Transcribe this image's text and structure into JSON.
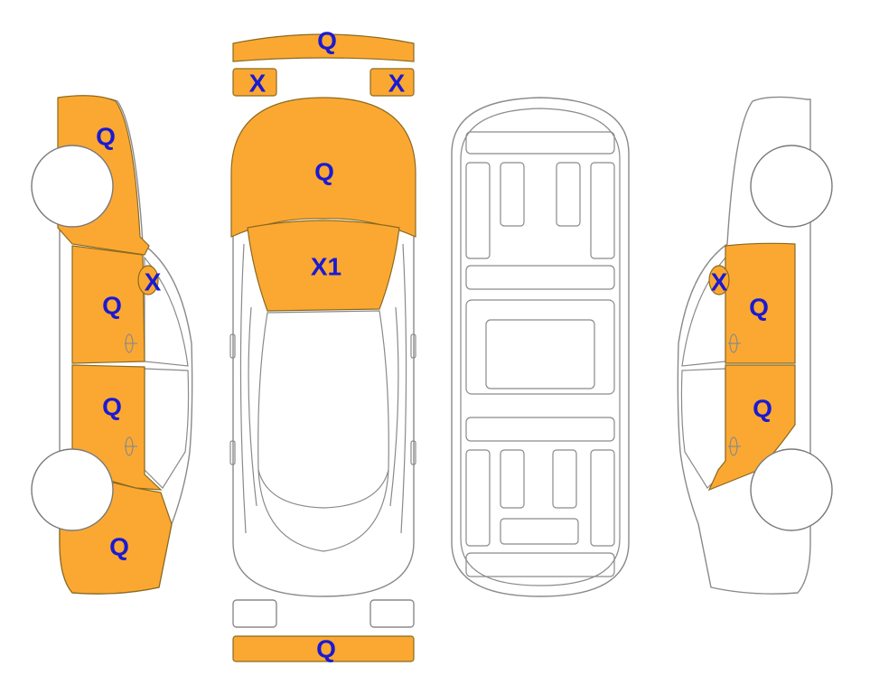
{
  "colors": {
    "damaged": "#FBA832",
    "label": "#1A1AD2",
    "outline": "#8A8A8A"
  },
  "labels": {
    "front_bumper": "Q",
    "front_left_headlight": "X",
    "front_right_headlight": "X",
    "hood": "Q",
    "windshield": "X1",
    "left_front_fender": "Q",
    "left_mirror": "X",
    "left_front_door": "Q",
    "left_rear_door": "Q",
    "left_rear_quarter": "Q",
    "right_mirror": "X",
    "right_front_door": "Q",
    "right_rear_door": "Q",
    "rear_bumper": "Q"
  }
}
